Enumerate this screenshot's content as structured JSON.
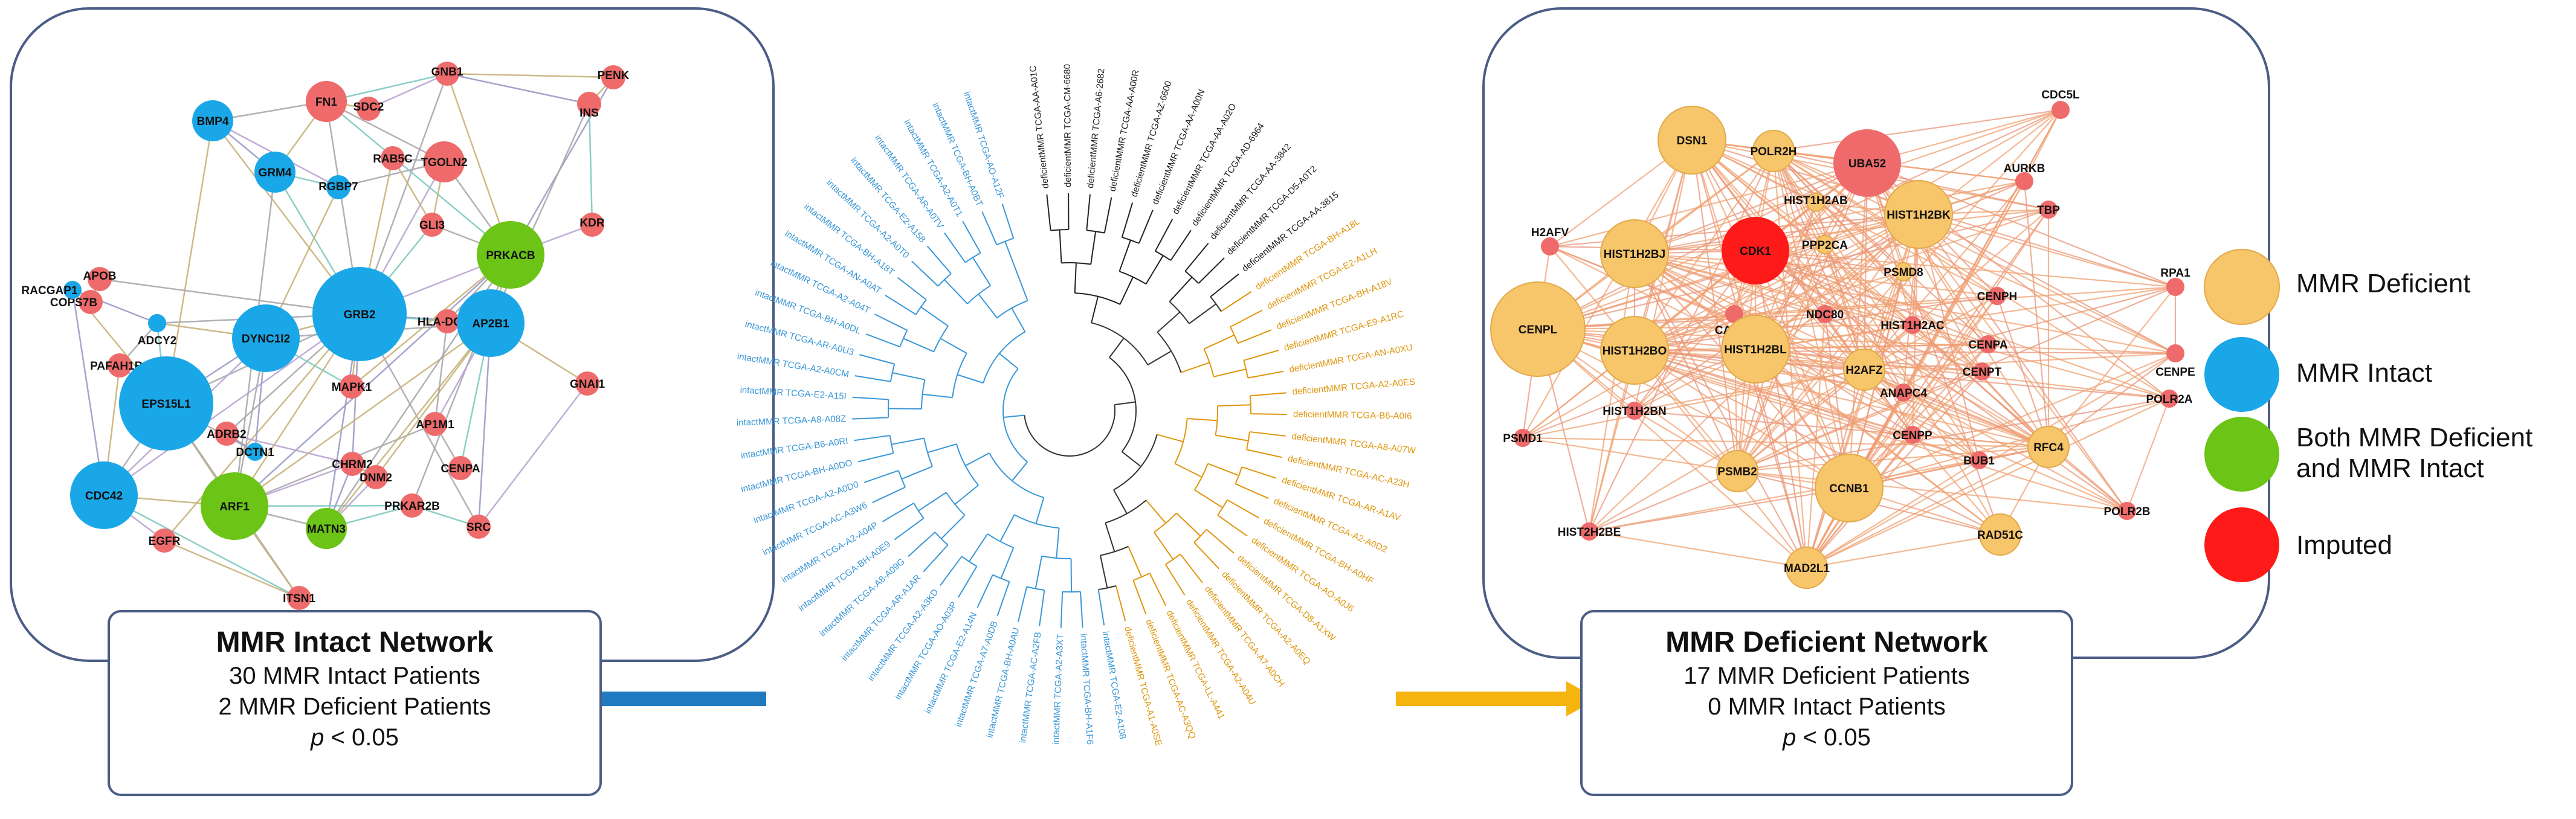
{
  "colors": {
    "deficient": "#f7c56a",
    "deficient_stroke": "#e2a94a",
    "intact": "#1aa7e8",
    "both": "#6cc417",
    "imputed": "#ef6b6b",
    "imputed_strong": "#ff1a1a",
    "tree_intact": "#3a97d8",
    "tree_deficient": "#e0960e",
    "arrow_left": "#1f7ac0",
    "arrow_right": "#f5b50e",
    "panel_border": "#4a5d86"
  },
  "left_network": {
    "caption_title": "MMR Intact Network",
    "line1": "30 MMR Intact Patients",
    "line2": "2 MMR Deficient Patients",
    "p_symbol": "p",
    "p_rest": " < 0.05",
    "nodes": [
      {
        "label": "FN1",
        "type": "imputed",
        "size": "m"
      },
      {
        "label": "SDC2",
        "type": "imputed",
        "size": "s"
      },
      {
        "label": "GNB1",
        "type": "imputed",
        "size": "s"
      },
      {
        "label": "PENK",
        "type": "imputed",
        "size": "s"
      },
      {
        "label": "INS",
        "type": "imputed",
        "size": "s"
      },
      {
        "label": "BMP4",
        "type": "intact",
        "size": "m"
      },
      {
        "label": "RAB5C",
        "type": "imputed",
        "size": "s"
      },
      {
        "label": "TGOLN2",
        "type": "imputed",
        "size": "m"
      },
      {
        "label": "GRM4",
        "type": "intact",
        "size": "m"
      },
      {
        "label": "RGBP7",
        "type": "intact",
        "size": "s"
      },
      {
        "label": "KDR",
        "type": "imputed",
        "size": "s"
      },
      {
        "label": "APOB",
        "type": "imputed",
        "size": "s"
      },
      {
        "label": "COPS7B",
        "type": "imputed",
        "size": "s"
      },
      {
        "label": "GLI3",
        "type": "imputed",
        "size": "s"
      },
      {
        "label": "PRKACB",
        "type": "both",
        "size": "l"
      },
      {
        "label": "GRB2",
        "type": "intact",
        "size": "xl"
      },
      {
        "label": "RACGAP1",
        "type": "intact",
        "size": "xs"
      },
      {
        "label": "ADCY2",
        "type": "intact",
        "size": "xs"
      },
      {
        "label": "HLA-DQA2",
        "type": "imputed",
        "size": "s"
      },
      {
        "label": "AP2B1",
        "type": "intact",
        "size": "l"
      },
      {
        "label": "DYNC1I2",
        "type": "intact",
        "size": "l"
      },
      {
        "label": "PAFAH1B1",
        "type": "imputed",
        "size": "s"
      },
      {
        "label": "MAPK1",
        "type": "imputed",
        "size": "s"
      },
      {
        "label": "ADRB2",
        "type": "imputed",
        "size": "s"
      },
      {
        "label": "EPS15L1",
        "type": "intact",
        "size": "xl"
      },
      {
        "label": "AP1M1",
        "type": "imputed",
        "size": "s"
      },
      {
        "label": "GNAI1",
        "type": "imputed",
        "size": "s"
      },
      {
        "label": "DCTN1",
        "type": "intact",
        "size": "xs"
      },
      {
        "label": "CHRM2",
        "type": "imputed",
        "size": "s"
      },
      {
        "label": "DNM2",
        "type": "imputed",
        "size": "s"
      },
      {
        "label": "CENPA",
        "type": "imputed",
        "size": "s"
      },
      {
        "label": "PRKAR2B",
        "type": "imputed",
        "size": "s"
      },
      {
        "label": "ARF1",
        "type": "both",
        "size": "l"
      },
      {
        "label": "CDC42",
        "type": "intact",
        "size": "l"
      },
      {
        "label": "MATN3",
        "type": "both",
        "size": "m"
      },
      {
        "label": "SRC",
        "type": "imputed",
        "size": "s"
      },
      {
        "label": "EGFR",
        "type": "imputed",
        "size": "s"
      },
      {
        "label": "ITSN1",
        "type": "imputed",
        "size": "s"
      }
    ]
  },
  "right_network": {
    "caption_title": "MMR Deficient Network",
    "line1": "17 MMR Deficient Patients",
    "line2": "0 MMR Intact Patients",
    "p_symbol": "p",
    "p_rest": " < 0.05",
    "nodes": [
      {
        "label": "DSN1",
        "type": "deficient",
        "size": "l"
      },
      {
        "label": "POLR2H",
        "type": "deficient",
        "size": "m"
      },
      {
        "label": "UBA52",
        "type": "imputed",
        "size": "l"
      },
      {
        "label": "CDC5L",
        "type": "imputed",
        "size": "xs"
      },
      {
        "label": "AURKB",
        "type": "imputed",
        "size": "xs"
      },
      {
        "label": "HIST1H2AB",
        "type": "deficient",
        "size": "xs"
      },
      {
        "label": "HIST1H2BK",
        "type": "deficient",
        "size": "l"
      },
      {
        "label": "TBP",
        "type": "imputed",
        "size": "xs"
      },
      {
        "label": "H2AFV",
        "type": "imputed",
        "size": "xs"
      },
      {
        "label": "HIST1H2BJ",
        "type": "deficient",
        "size": "l"
      },
      {
        "label": "CDK1",
        "type": "imputed_strong",
        "size": "l"
      },
      {
        "label": "PPP2CA",
        "type": "deficient",
        "size": "xs"
      },
      {
        "label": "PSMD8",
        "type": "deficient",
        "size": "xs"
      },
      {
        "label": "CENPH",
        "type": "imputed",
        "size": "xs"
      },
      {
        "label": "RPA1",
        "type": "imputed",
        "size": "xs"
      },
      {
        "label": "CASC5",
        "type": "imputed",
        "size": "xs"
      },
      {
        "label": "NDC80",
        "type": "imputed",
        "size": "xs"
      },
      {
        "label": "HIST1H2AC",
        "type": "imputed",
        "size": "xs"
      },
      {
        "label": "CENPL",
        "type": "deficient",
        "size": "xl"
      },
      {
        "label": "HIST1H2BO",
        "type": "deficient",
        "size": "l"
      },
      {
        "label": "HIST1H2BL",
        "type": "deficient",
        "size": "l"
      },
      {
        "label": "CENPA",
        "type": "imputed",
        "size": "xs"
      },
      {
        "label": "CENPE",
        "type": "imputed",
        "size": "xs"
      },
      {
        "label": "H2AFZ",
        "type": "deficient",
        "size": "m"
      },
      {
        "label": "CENPT",
        "type": "imputed",
        "size": "xs"
      },
      {
        "label": "ANAPC4",
        "type": "imputed",
        "size": "xs"
      },
      {
        "label": "HIST1H2BN",
        "type": "imputed",
        "size": "xs"
      },
      {
        "label": "POLR2A",
        "type": "imputed",
        "size": "xs"
      },
      {
        "label": "CENPP",
        "type": "imputed",
        "size": "xs"
      },
      {
        "label": "PSMD1",
        "type": "imputed",
        "size": "xs"
      },
      {
        "label": "RFC4",
        "type": "deficient",
        "size": "m"
      },
      {
        "label": "BUB1",
        "type": "imputed",
        "size": "xs"
      },
      {
        "label": "PSMB2",
        "type": "deficient",
        "size": "m"
      },
      {
        "label": "CCNB1",
        "type": "deficient",
        "size": "l"
      },
      {
        "label": "HIST2H2BE",
        "type": "imputed",
        "size": "xs"
      },
      {
        "label": "POLR2B",
        "type": "imputed",
        "size": "xs"
      },
      {
        "label": "RAD51C",
        "type": "deficient",
        "size": "m"
      },
      {
        "label": "MAD2L1",
        "type": "deficient",
        "size": "m"
      }
    ]
  },
  "legend": [
    {
      "label": "MMR Deficient",
      "type": "deficient"
    },
    {
      "label": "MMR Intact",
      "type": "intact"
    },
    {
      "label": "Both MMR Deficient\nand MMR Intact",
      "type": "both"
    },
    {
      "label": "Imputed",
      "type": "imputed_strong"
    }
  ],
  "tree": {
    "intact_count": 30,
    "deficient_count": 17,
    "leaf_labels": [
      "deficientMMR TCGA-AA-A01C",
      "deficientMMR TCGA-CM-6680",
      "deficientMMR TCGA-A6-2682",
      "deficientMMR TCGA-AA-A00R",
      "deficientMMR TCGA-AZ-6600",
      "deficientMMR TCGA-AA-A00N",
      "deficientMMR TCGA-AA-A02O",
      "deficientMMR TCGA-AD-6964",
      "deficientMMR TCGA-AA-3842",
      "deficientMMR TCGA-D5-A0T2",
      "deficientMMR TCGA-AA-3815",
      "deficientMMR TCGA-BH-A18L",
      "deficientMMR TCGA-E2-A1LH",
      "deficientMMR TCGA-BH-A18V",
      "deficientMMR TCGA-E9-A1RC",
      "deficientMMR TCGA-AN-A0XU",
      "deficientMMR TCGA-A2-A0ES",
      "deficientMMR TCGA-B6-A0I6",
      "deficientMMR TCGA-A8-A07W",
      "deficientMMR TCGA-AC-A23H",
      "deficientMMR TCGA-AR-A1AV",
      "deficientMMR TCGA-A2-A0D2",
      "deficientMMR TCGA-BH-A0HF",
      "deficientMMR TCGA-AO-A0J6",
      "deficientMMR TCGA-D8-A1XW",
      "deficientMMR TCGA-A2-A0EQ",
      "deficientMMR TCGA-A7-A0CH",
      "deficientMMR TCGA-A2-A04U",
      "deficientMMR TCGA-LL-A441",
      "deficientMMR TCGA-AC-A3QQ",
      "deficientMMR TCGA-A1-A0SE",
      "intactMMR TCGA-E2-A108",
      "intactMMR TCGA-BH-A1F6",
      "intactMMR TCGA-A2-A3XT",
      "intactMMR TCGA-AC-A2FB",
      "intactMMR TCGA-BH-A0AU",
      "intactMMR TCGA-A7-A0DB",
      "intactMMR TCGA-E2-A14N",
      "intactMMR TCGA-AO-A03P",
      "intactMMR TCGA-A2-A3KD",
      "intactMMR TCGA-AR-A1AR",
      "intactMMR TCGA-A8-A09G",
      "intactMMR TCGA-BH-A0E9",
      "intactMMR TCGA-A2-A04P",
      "intactMMR TCGA-AC-A3W6",
      "intactMMR TCGA-A2-A0D0",
      "intactMMR TCGA-BH-A0DO",
      "intactMMR TCGA-B6-A0RI",
      "intactMMR TCGA-A8-A08Z",
      "intactMMR TCGA-E2-A15I",
      "intactMMR TCGA-A2-A0CM",
      "intactMMR TCGA-AR-A0U3",
      "intactMMR TCGA-BH-A0DL",
      "intactMMR TCGA-A2-A04T",
      "intactMMR TCGA-AN-A0AT",
      "intactMMR TCGA-BH-A18T",
      "intactMMR TCGA-A2-A0T0",
      "intactMMR TCGA-E2-A158",
      "intactMMR TCGA-AR-A0TV",
      "intactMMR TCGA-A2-A0T1",
      "intactMMR TCGA-BH-A0BT",
      "intactMMR TCGA-AO-A12F"
    ]
  }
}
